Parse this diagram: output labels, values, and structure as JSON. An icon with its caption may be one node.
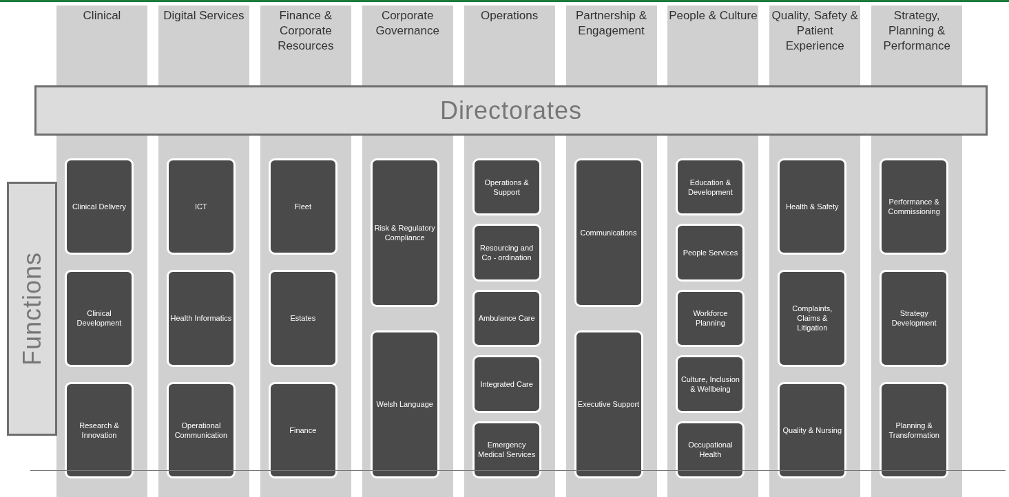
{
  "diagram": {
    "nodes": [
      {
        "text": [
          "Clinical"
        ]
      },
      {
        "text": [
          "Digital Services"
        ]
      },
      {
        "text": [
          "Finance & Corporate Resources"
        ]
      },
      {
        "text": [
          "Corporate Governance"
        ]
      },
      {
        "text": [
          "Operations"
        ]
      },
      {
        "text": [
          "Partnership & Engagement"
        ]
      },
      {
        "text": [
          "People & Culture"
        ]
      },
      {
        "text": [
          "Quality, Safety & Patient Experience"
        ]
      },
      {
        "text": [
          "Strategy, Planning & Performance"
        ]
      },
      {
        "text": [
          "Directorates"
        ]
      },
      {
        "text": [
          "Functions"
        ]
      },
      {
        "text": [
          "Clinical Delivery"
        ],
        "in": 0
      },
      {
        "text": [
          "Clinical Development"
        ],
        "in": 0
      },
      {
        "text": [
          "Research & Innovation"
        ],
        "in": 0
      },
      {
        "text": [
          "ICT"
        ],
        "in": 1
      },
      {
        "text": [
          "Health Informatics"
        ],
        "in": 1
      },
      {
        "text": [
          "Operational Communication"
        ],
        "in": 1
      },
      {
        "text": [
          "Fleet"
        ],
        "in": 2
      },
      {
        "text": [
          "Estates"
        ],
        "in": 2
      },
      {
        "text": [
          "Finance"
        ],
        "in": 2
      },
      {
        "text": [
          "Risk & Regulatory Compliance"
        ],
        "in": 3
      },
      {
        "text": [
          "Welsh Language"
        ],
        "in": 3
      },
      {
        "text": [
          "Operations & Support"
        ],
        "in": 4
      },
      {
        "text": [
          "Resourcing and Co - ordination"
        ],
        "in": 4
      },
      {
        "text": [
          "Ambulance Care"
        ],
        "in": 4
      },
      {
        "text": [
          "Integrated Care"
        ],
        "in": 4
      },
      {
        "text": [
          "Emergency Medical Services"
        ],
        "in": 4
      },
      {
        "text": [
          "Communications"
        ],
        "in": 5
      },
      {
        "text": [
          "Executive Support"
        ],
        "in": 5
      },
      {
        "text": [
          "Education & Development"
        ],
        "in": 6
      },
      {
        "text": [
          "People Services"
        ],
        "in": 6
      },
      {
        "text": [
          "Workforce Planning"
        ],
        "in": 6
      },
      {
        "text": [
          "Culture, Inclusion & Wellbeing"
        ],
        "in": 6
      },
      {
        "text": [
          "Occupational Health"
        ],
        "in": 6
      },
      {
        "text": [
          "Health & Safety"
        ],
        "in": 7
      },
      {
        "text": [
          "Complaints, Claims & Litigation"
        ],
        "in": 7
      },
      {
        "text": [
          "Quality & Nursing"
        ],
        "in": 7
      },
      {
        "text": [
          "Performance & Commissioning"
        ],
        "in": 8
      },
      {
        "text": [
          "Strategy Development"
        ],
        "in": 8
      },
      {
        "text": [
          "Planning & Transformation"
        ],
        "in": 8
      }
    ],
    "edges": []
  }
}
